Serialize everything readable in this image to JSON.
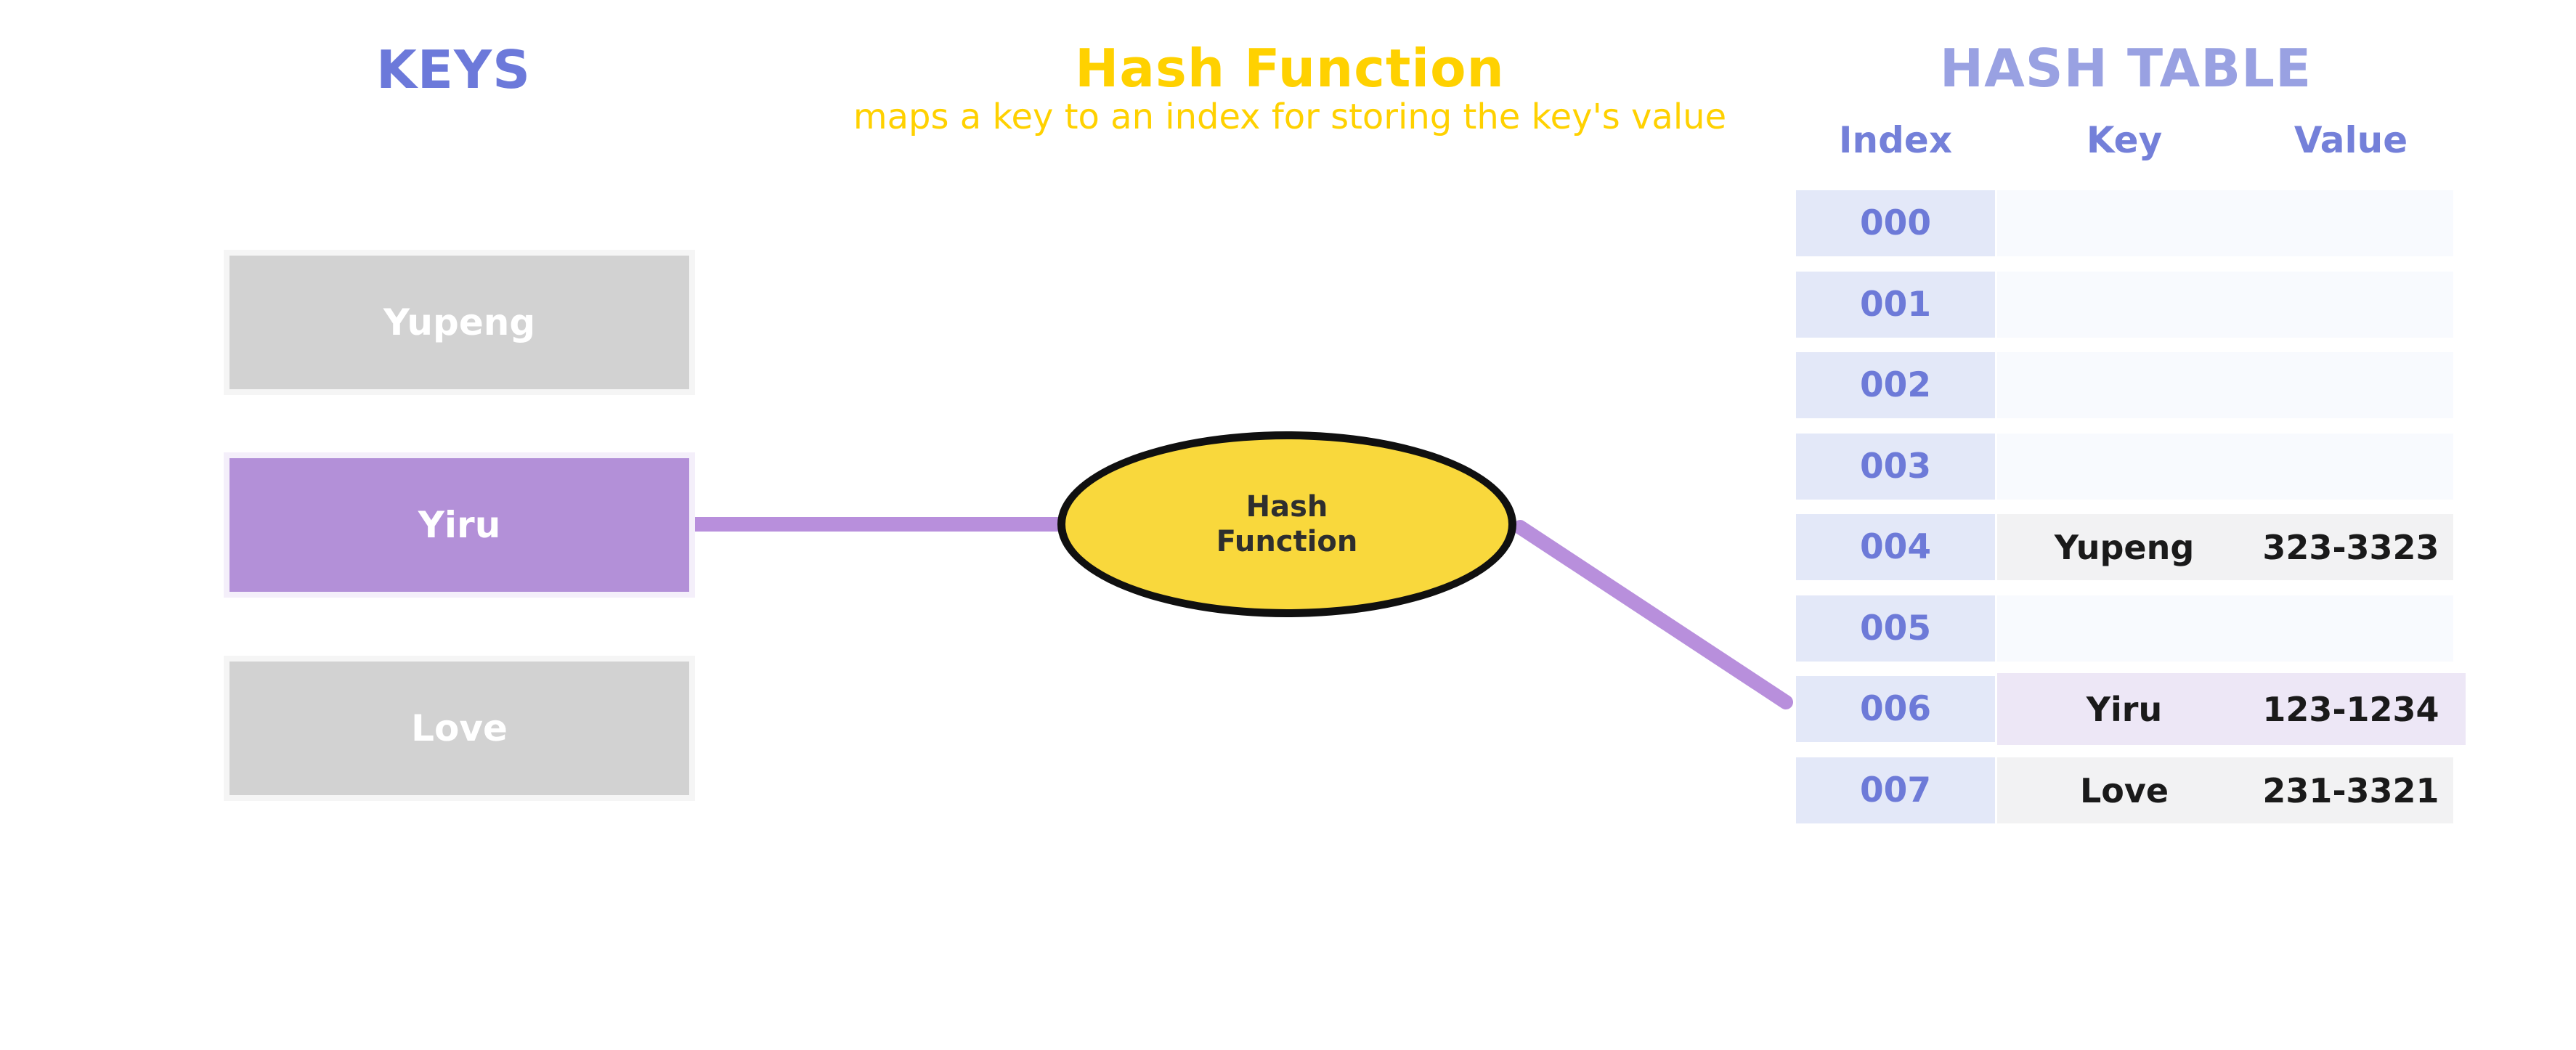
{
  "titles": {
    "keys": "KEYS",
    "hash_function": "Hash Function",
    "hash_function_subtitle": "maps a key to an index for storing the key's value",
    "hash_table": "HASH TABLE"
  },
  "keys_list": [
    {
      "label": "Yupeng",
      "highlighted": false
    },
    {
      "label": "Yiru",
      "highlighted": true
    },
    {
      "label": "Love",
      "highlighted": false
    }
  ],
  "ellipse": {
    "line1": "Hash",
    "line2": "Function"
  },
  "mapping_shown": {
    "from_key": "Yiru",
    "to_index": "006"
  },
  "table": {
    "headers": {
      "index": "Index",
      "key": "Key",
      "value": "Value"
    },
    "rows": [
      {
        "index": "000",
        "key": "",
        "value": "",
        "state": "empty"
      },
      {
        "index": "001",
        "key": "",
        "value": "",
        "state": "empty"
      },
      {
        "index": "002",
        "key": "",
        "value": "",
        "state": "empty"
      },
      {
        "index": "003",
        "key": "",
        "value": "",
        "state": "empty"
      },
      {
        "index": "004",
        "key": "Yupeng",
        "value": "323-3323",
        "state": "filled"
      },
      {
        "index": "005",
        "key": "",
        "value": "",
        "state": "empty"
      },
      {
        "index": "006",
        "key": "Yiru",
        "value": "123-1234",
        "state": "highlight"
      },
      {
        "index": "007",
        "key": "Love",
        "value": "231-3321",
        "state": "filled"
      }
    ]
  },
  "colors": {
    "keys_title": "#6C79DA",
    "hash_table_title": "#99A1E2",
    "column_header": "#7480D9",
    "index_text": "#6D7AD8",
    "title_yellow": "#FFD100",
    "ellipse_fill": "#F9D83C",
    "ellipse_border": "#101010",
    "gray_box_fill": "#D2D2D2",
    "purple_box_fill": "#B390D8",
    "connector_purple": "#B88FDC",
    "index_cell_bg": "#E3E8F8",
    "empty_cell_bg": "#F8FAFE",
    "filled_cell_bg": "#F2F2F3",
    "highlight_cell_bg": "#EDE7F6"
  }
}
